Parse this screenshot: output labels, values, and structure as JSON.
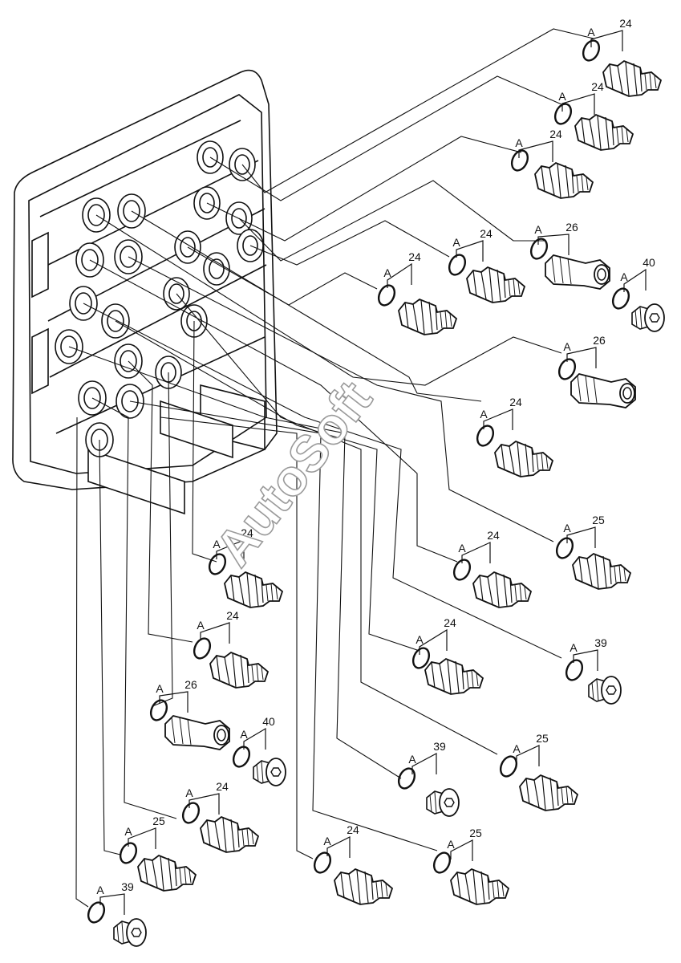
{
  "watermark": "AutoSoft",
  "callouts": [
    {
      "letter": "A",
      "number": "24"
    },
    {
      "letter": "A",
      "number": "24"
    },
    {
      "letter": "A",
      "number": "24"
    },
    {
      "letter": "A",
      "number": "24"
    },
    {
      "letter": "A",
      "number": "24"
    },
    {
      "letter": "A",
      "number": "26"
    },
    {
      "letter": "A",
      "number": "40"
    },
    {
      "letter": "A",
      "number": "26"
    },
    {
      "letter": "A",
      "number": "24"
    },
    {
      "letter": "A",
      "number": "25"
    },
    {
      "letter": "A",
      "number": "24"
    },
    {
      "letter": "A",
      "number": "24"
    },
    {
      "letter": "A",
      "number": "24"
    },
    {
      "letter": "A",
      "number": "39"
    },
    {
      "letter": "A",
      "number": "24"
    },
    {
      "letter": "A",
      "number": "26"
    },
    {
      "letter": "A",
      "number": "40"
    },
    {
      "letter": "A",
      "number": "39"
    },
    {
      "letter": "A",
      "number": "25"
    },
    {
      "letter": "A",
      "number": "24"
    },
    {
      "letter": "A",
      "number": "25"
    },
    {
      "letter": "A",
      "number": "24"
    },
    {
      "letter": "A",
      "number": "25"
    },
    {
      "letter": "A",
      "number": "39"
    }
  ]
}
